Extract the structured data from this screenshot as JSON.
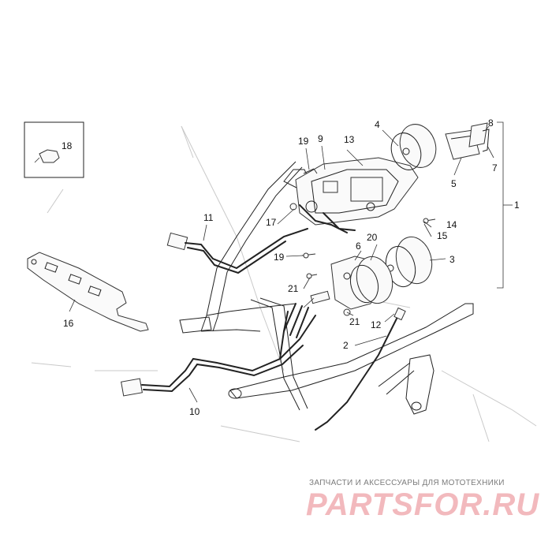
{
  "diagram": {
    "callouts": [
      {
        "id": "c1",
        "label": "1"
      },
      {
        "id": "c2",
        "label": "2"
      },
      {
        "id": "c3",
        "label": "3"
      },
      {
        "id": "c4",
        "label": "4"
      },
      {
        "id": "c5",
        "label": "5"
      },
      {
        "id": "c6",
        "label": "6"
      },
      {
        "id": "c7",
        "label": "7"
      },
      {
        "id": "c8",
        "label": "8"
      },
      {
        "id": "c9",
        "label": "9"
      },
      {
        "id": "c10",
        "label": "10"
      },
      {
        "id": "c11",
        "label": "11"
      },
      {
        "id": "c12",
        "label": "12"
      },
      {
        "id": "c13",
        "label": "13"
      },
      {
        "id": "c14",
        "label": "14"
      },
      {
        "id": "c15",
        "label": "15"
      },
      {
        "id": "c16",
        "label": "16"
      },
      {
        "id": "c17",
        "label": "17"
      },
      {
        "id": "c18",
        "label": "18"
      },
      {
        "id": "c19a",
        "label": "19"
      },
      {
        "id": "c19b",
        "label": "19"
      },
      {
        "id": "c20",
        "label": "20"
      },
      {
        "id": "c21a",
        "label": "21"
      },
      {
        "id": "c21b",
        "label": "21"
      }
    ]
  },
  "watermark": {
    "tagline": "ЗАПЧАСТИ И АКСЕССУАРЫ ДЛЯ МОТОТЕХНИКИ",
    "logo": "PARTSFOR.RU",
    "color": "#f2b9bd"
  }
}
